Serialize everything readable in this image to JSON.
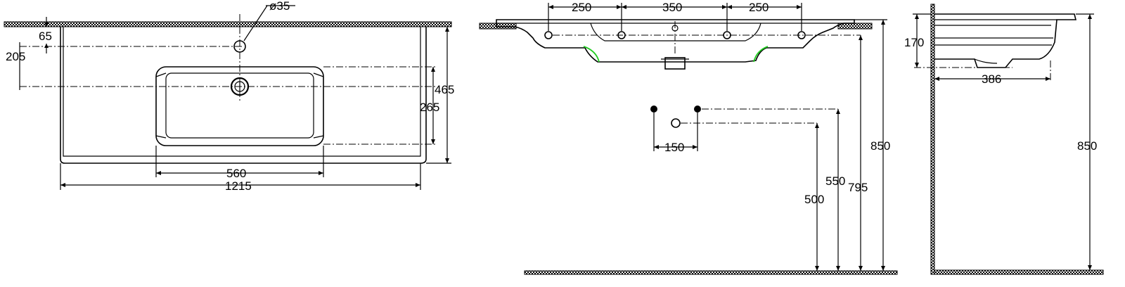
{
  "plan_view": {
    "tap_hole_dia": "ø35",
    "edge_to_tap": "65",
    "edge_to_waste": "205",
    "basin_width": "560",
    "overall_width": "1215",
    "bowl_depth": "265",
    "overall_depth": "465"
  },
  "front_view": {
    "bracket_spacing_left": "250",
    "bracket_spacing_mid": "350",
    "bracket_spacing_right": "250",
    "supply_spacing": "150",
    "waste_height": "500",
    "supply_height": "550",
    "bracket_height": "795",
    "rim_height": "850"
  },
  "side_view": {
    "basin_depth": "170",
    "waste_offset": "386",
    "rim_height": "850"
  }
}
